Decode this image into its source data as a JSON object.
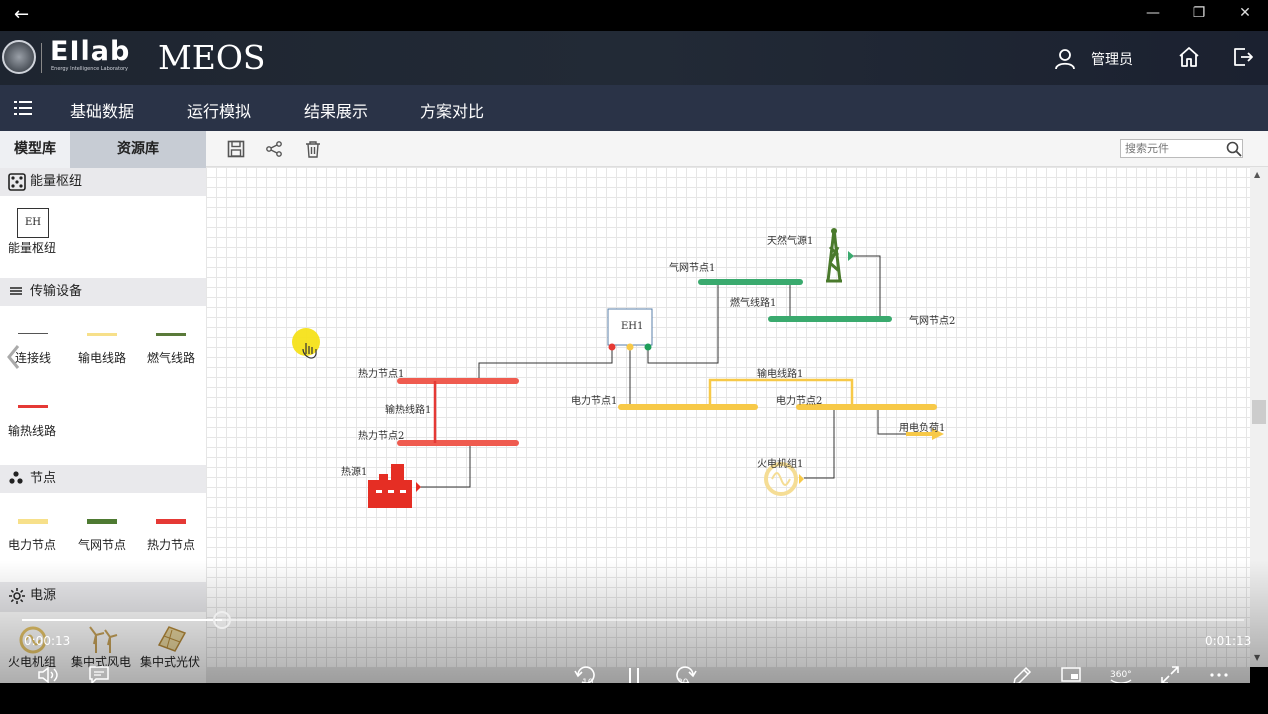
{
  "window": {
    "back_glyph": "←",
    "minimize_glyph": "—",
    "restore_glyph": "❐",
    "close_glyph": "✕"
  },
  "header": {
    "logo_text": "EIlab",
    "logo_subtitle": "Energy Intelligence Laboratory",
    "app_title": "MEOS",
    "user_label": "管理员",
    "icons": [
      "user-icon",
      "home-icon",
      "logout-icon"
    ]
  },
  "nav": {
    "menu_icon": "hamburger-icon",
    "items": [
      "基础数据",
      "运行模拟",
      "结果展示",
      "方案对比"
    ]
  },
  "left_panel": {
    "tabs": [
      "模型库",
      "资源库"
    ],
    "sections": {
      "energy_hub": {
        "title": "能量枢纽",
        "item_box": "EH",
        "item_label": "能量枢纽"
      },
      "transmission": {
        "title": "传输设备",
        "items": [
          "连接线",
          "输电线路",
          "燃气线路",
          "输热线路"
        ]
      },
      "nodes": {
        "title": "节点",
        "items": [
          "电力节点",
          "气网节点",
          "热力节点"
        ]
      },
      "power": {
        "title": "电源",
        "items": [
          "火电机组",
          "集中式风电",
          "集中式光伏"
        ]
      }
    }
  },
  "toolbar": {
    "icons": [
      "save-icon",
      "share-icon",
      "delete-icon"
    ],
    "search_placeholder": "搜索元件"
  },
  "diagram": {
    "labels": {
      "gas_source": "天然气源1",
      "gas_node1": "气网节点1",
      "gas_line1": "燃气线路1",
      "gas_node2": "气网节点2",
      "eh": "EH1",
      "power_line1": "输电线路1",
      "heat_node1": "热力节点1",
      "heat_line1": "输热线路1",
      "heat_node2": "热力节点2",
      "power_node1": "电力节点1",
      "power_node2": "电力节点2",
      "load1": "用电负荷1",
      "thermal_unit1": "火电机组1",
      "heat_source1": "热源1"
    },
    "colors": {
      "power": "#f7c948",
      "gas": "#3aaa6e",
      "heat": "#ef5b4f",
      "line": "#333333"
    }
  },
  "video": {
    "time_current": "0:00:13",
    "time_total": "0:01:13",
    "rewind_label": "10",
    "forward_label": "30",
    "vr_label": "360°"
  }
}
